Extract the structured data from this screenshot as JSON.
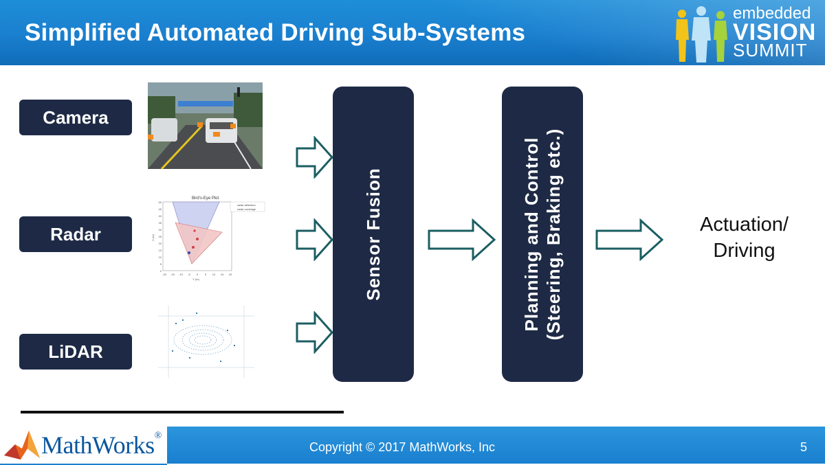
{
  "slide": {
    "title": "Simplified Automated Driving Sub-Systems",
    "page_number": "5",
    "copyright": "Copyright © 2017 MathWorks, Inc"
  },
  "logos": {
    "evs_top": "embedded",
    "evs_mid": "VISION",
    "evs_bot": "SUMMIT",
    "mathworks": "MathWorks",
    "mathworks_mark": "®"
  },
  "sensors": [
    {
      "label": "Camera",
      "thumbnail": "camera-road-image"
    },
    {
      "label": "Radar",
      "thumbnail": "radar-birds-eye-plot"
    },
    {
      "label": "LiDAR",
      "thumbnail": "lidar-point-cloud"
    }
  ],
  "radar_plot": {
    "title": "Bird's-Eye Plot",
    "legend": [
      "radar detection",
      "radar coverage"
    ],
    "y_ticks": [
      "50",
      "45",
      "40",
      "35",
      "30",
      "25",
      "20",
      "15",
      "10",
      "5",
      "0"
    ],
    "x_ticks": [
      "-20",
      "-15",
      "-10",
      "-5",
      "0",
      "5",
      "10",
      "15",
      "20"
    ],
    "xlabel": "Y (m)",
    "ylabel": "X (m)"
  },
  "stages": {
    "sensor_fusion": "Sensor Fusion",
    "planning_line1": "Planning and Control",
    "planning_line2": "(Steering, Braking etc.)",
    "actuation_line1": "Actuation/",
    "actuation_line2": "Driving"
  },
  "colors": {
    "header_blue": "#1a7fcf",
    "box_navy": "#1e2a45",
    "arrow_teal": "#1b5e62"
  }
}
